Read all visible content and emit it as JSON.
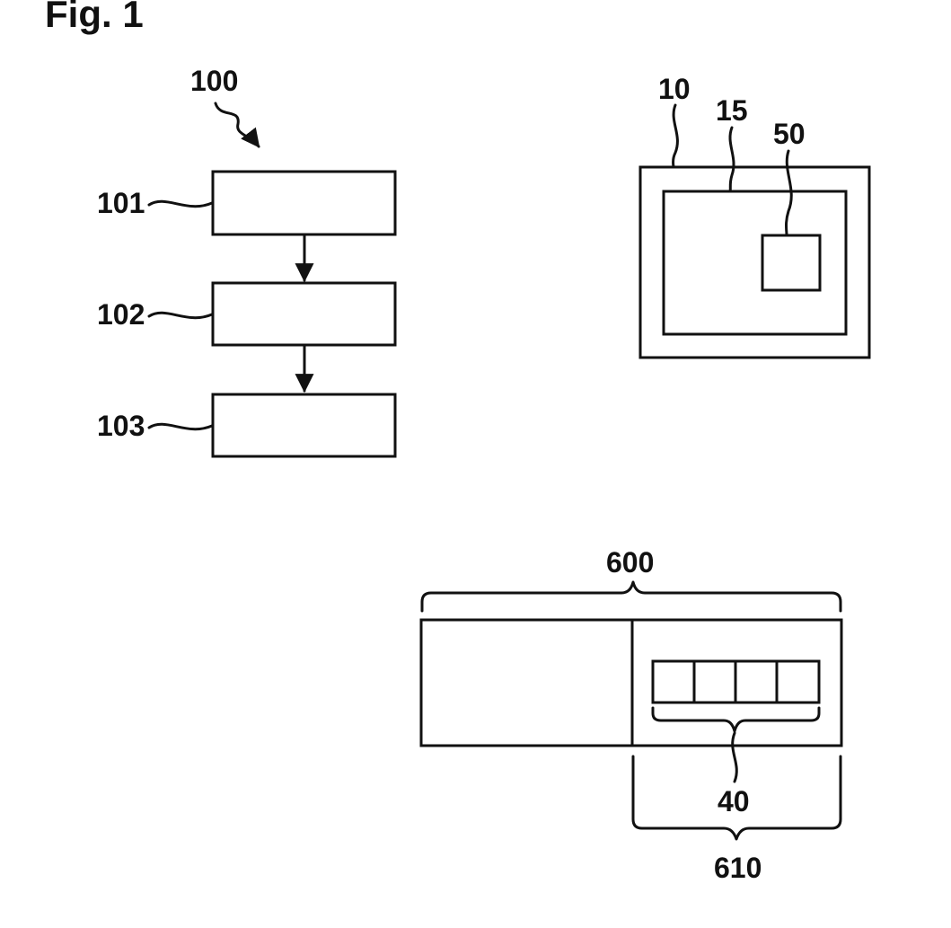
{
  "figure_title": "Fig. 1",
  "method": {
    "ref": "100",
    "steps": [
      {
        "ref": "101"
      },
      {
        "ref": "102"
      },
      {
        "ref": "103"
      }
    ]
  },
  "device": {
    "outer_ref": "10",
    "inner_ref": "15",
    "element_ref": "50"
  },
  "memory": {
    "whole_ref": "600",
    "section_ref": "610",
    "cells_ref": "40",
    "cell_count": 4
  }
}
